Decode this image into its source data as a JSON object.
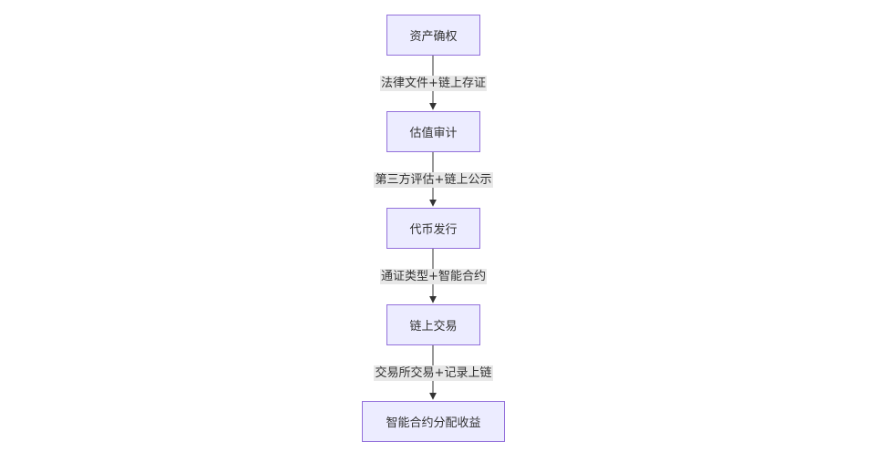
{
  "nodes": [
    {
      "id": "asset-confirm",
      "label": "资产确权"
    },
    {
      "id": "valuation-audit",
      "label": "估值审计"
    },
    {
      "id": "token-issuance",
      "label": "代币发行"
    },
    {
      "id": "onchain-trading",
      "label": "链上交易"
    },
    {
      "id": "profit-distribution",
      "label": "智能合约分配收益"
    }
  ],
  "edges": [
    {
      "from": "asset-confirm",
      "to": "valuation-audit",
      "label": "法律文件+链上存证"
    },
    {
      "from": "valuation-audit",
      "to": "token-issuance",
      "label": "第三方评估+链上公示"
    },
    {
      "from": "token-issuance",
      "to": "onchain-trading",
      "label": "通证类型+智能合约"
    },
    {
      "from": "onchain-trading",
      "to": "profit-distribution",
      "label": "交易所交易+记录上链"
    }
  ],
  "colors": {
    "node_fill": "#ececff",
    "node_border": "#9370db",
    "text": "#333333",
    "edge": "#333333",
    "edge_label_bg": "#e8e8e8"
  }
}
